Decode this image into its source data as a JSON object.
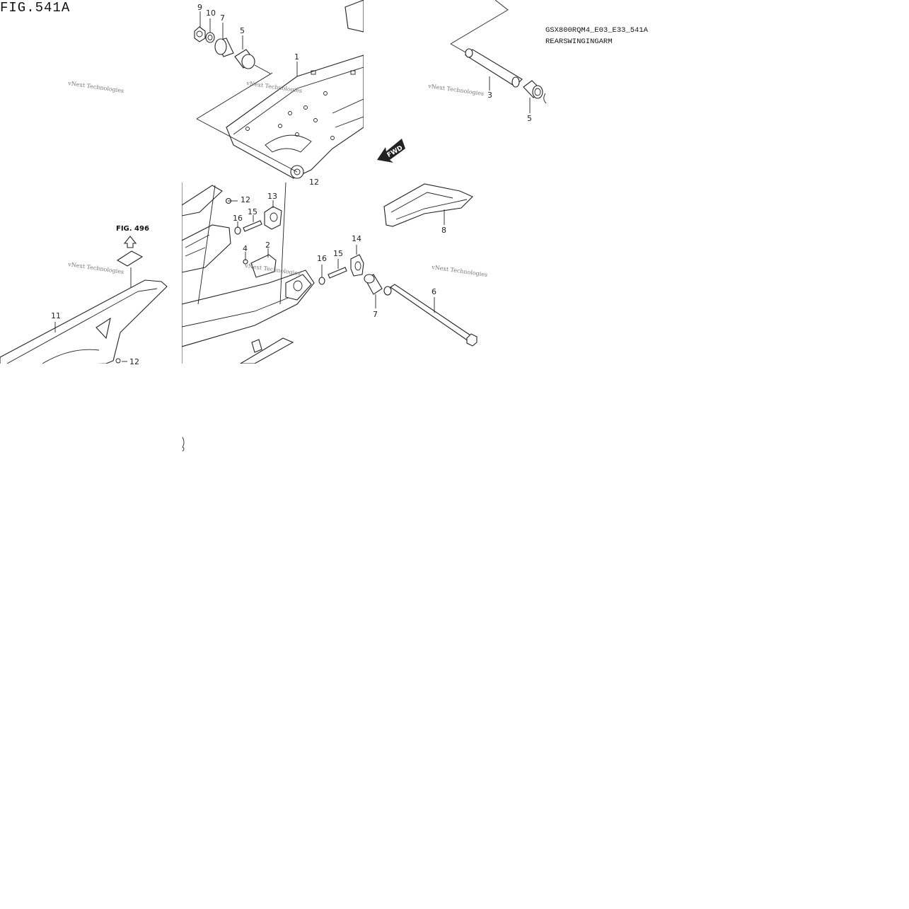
{
  "figure": {
    "title": "FIG.541A",
    "model_code": "GSX800RQM4_E03_E33_541A",
    "model_name": "REARSWINGINGARM",
    "fig_reference": "FIG. 496",
    "fwd_label": "FWD",
    "watermark": "vNext Technologies"
  },
  "callouts": {
    "c9": "9",
    "c10": "10",
    "c7a": "7",
    "c5a": "5",
    "c1": "1",
    "c3": "3",
    "c5b": "5",
    "c12a": "12",
    "c13": "13",
    "c15a": "15",
    "c16a": "16",
    "c4": "4",
    "c2": "2",
    "c14": "14",
    "c16b": "16",
    "c15b": "15",
    "c7b": "7",
    "c6": "6",
    "c8": "8",
    "c11": "11",
    "c12b": "12",
    "c12c": "12"
  }
}
